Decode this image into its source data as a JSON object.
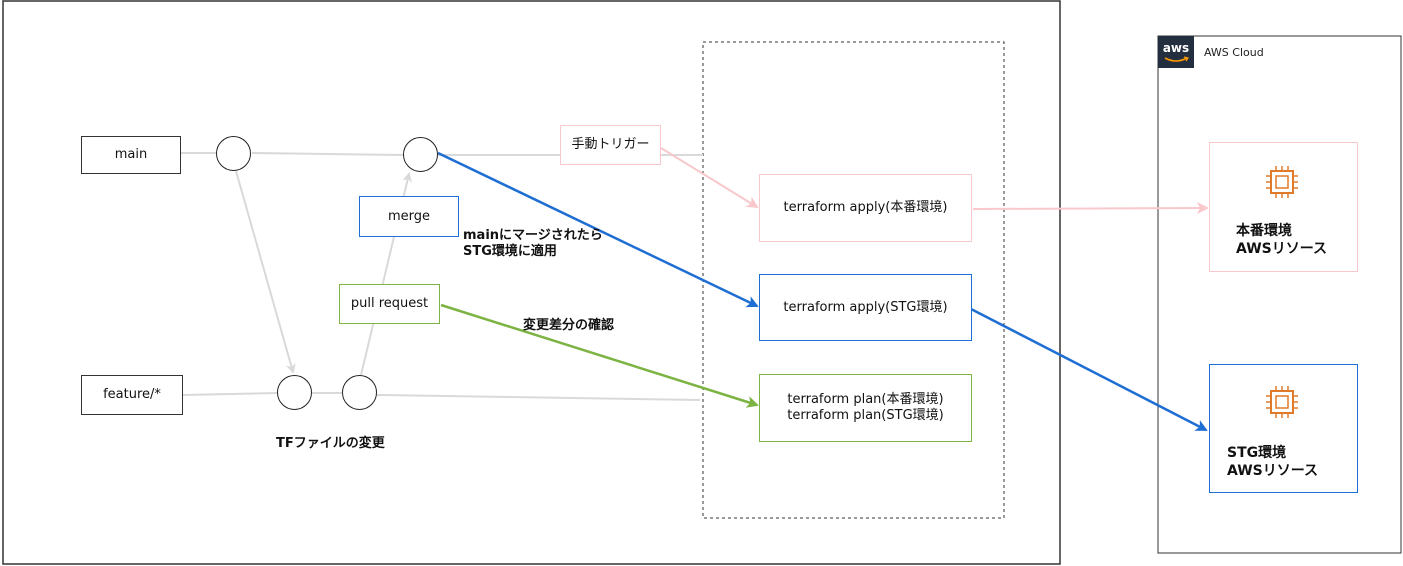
{
  "colors": {
    "black": "#333333",
    "gray_line": "#d9d9d9",
    "pink": "#f8c8cc",
    "blue": "#1f6ed4",
    "green": "#7cb342",
    "chip": "#e07a2b",
    "aws_header": "#232f3e"
  },
  "branches": {
    "main": "main",
    "feature": "feature/*"
  },
  "steps": {
    "merge": "merge",
    "pull_request": "pull request",
    "manual_trigger": "手動トリガー"
  },
  "jobs": {
    "apply_prod": "terraform apply(本番環境)",
    "apply_stg": "terraform apply(STG環境)",
    "plan_both": "terraform plan(本番環境)\nterraform plan(STG環境)"
  },
  "annotations": {
    "apply_on_merge": "mainにマージされたら\nSTG環境に適用",
    "check_diff": "変更差分の確認",
    "tf_change": "TFファイルの変更"
  },
  "aws": {
    "logo": "aws",
    "cloud_label": "AWS Cloud",
    "prod_resources": "本番環境\nAWSリソース",
    "stg_resources": "STG環境\nAWSリソース"
  }
}
